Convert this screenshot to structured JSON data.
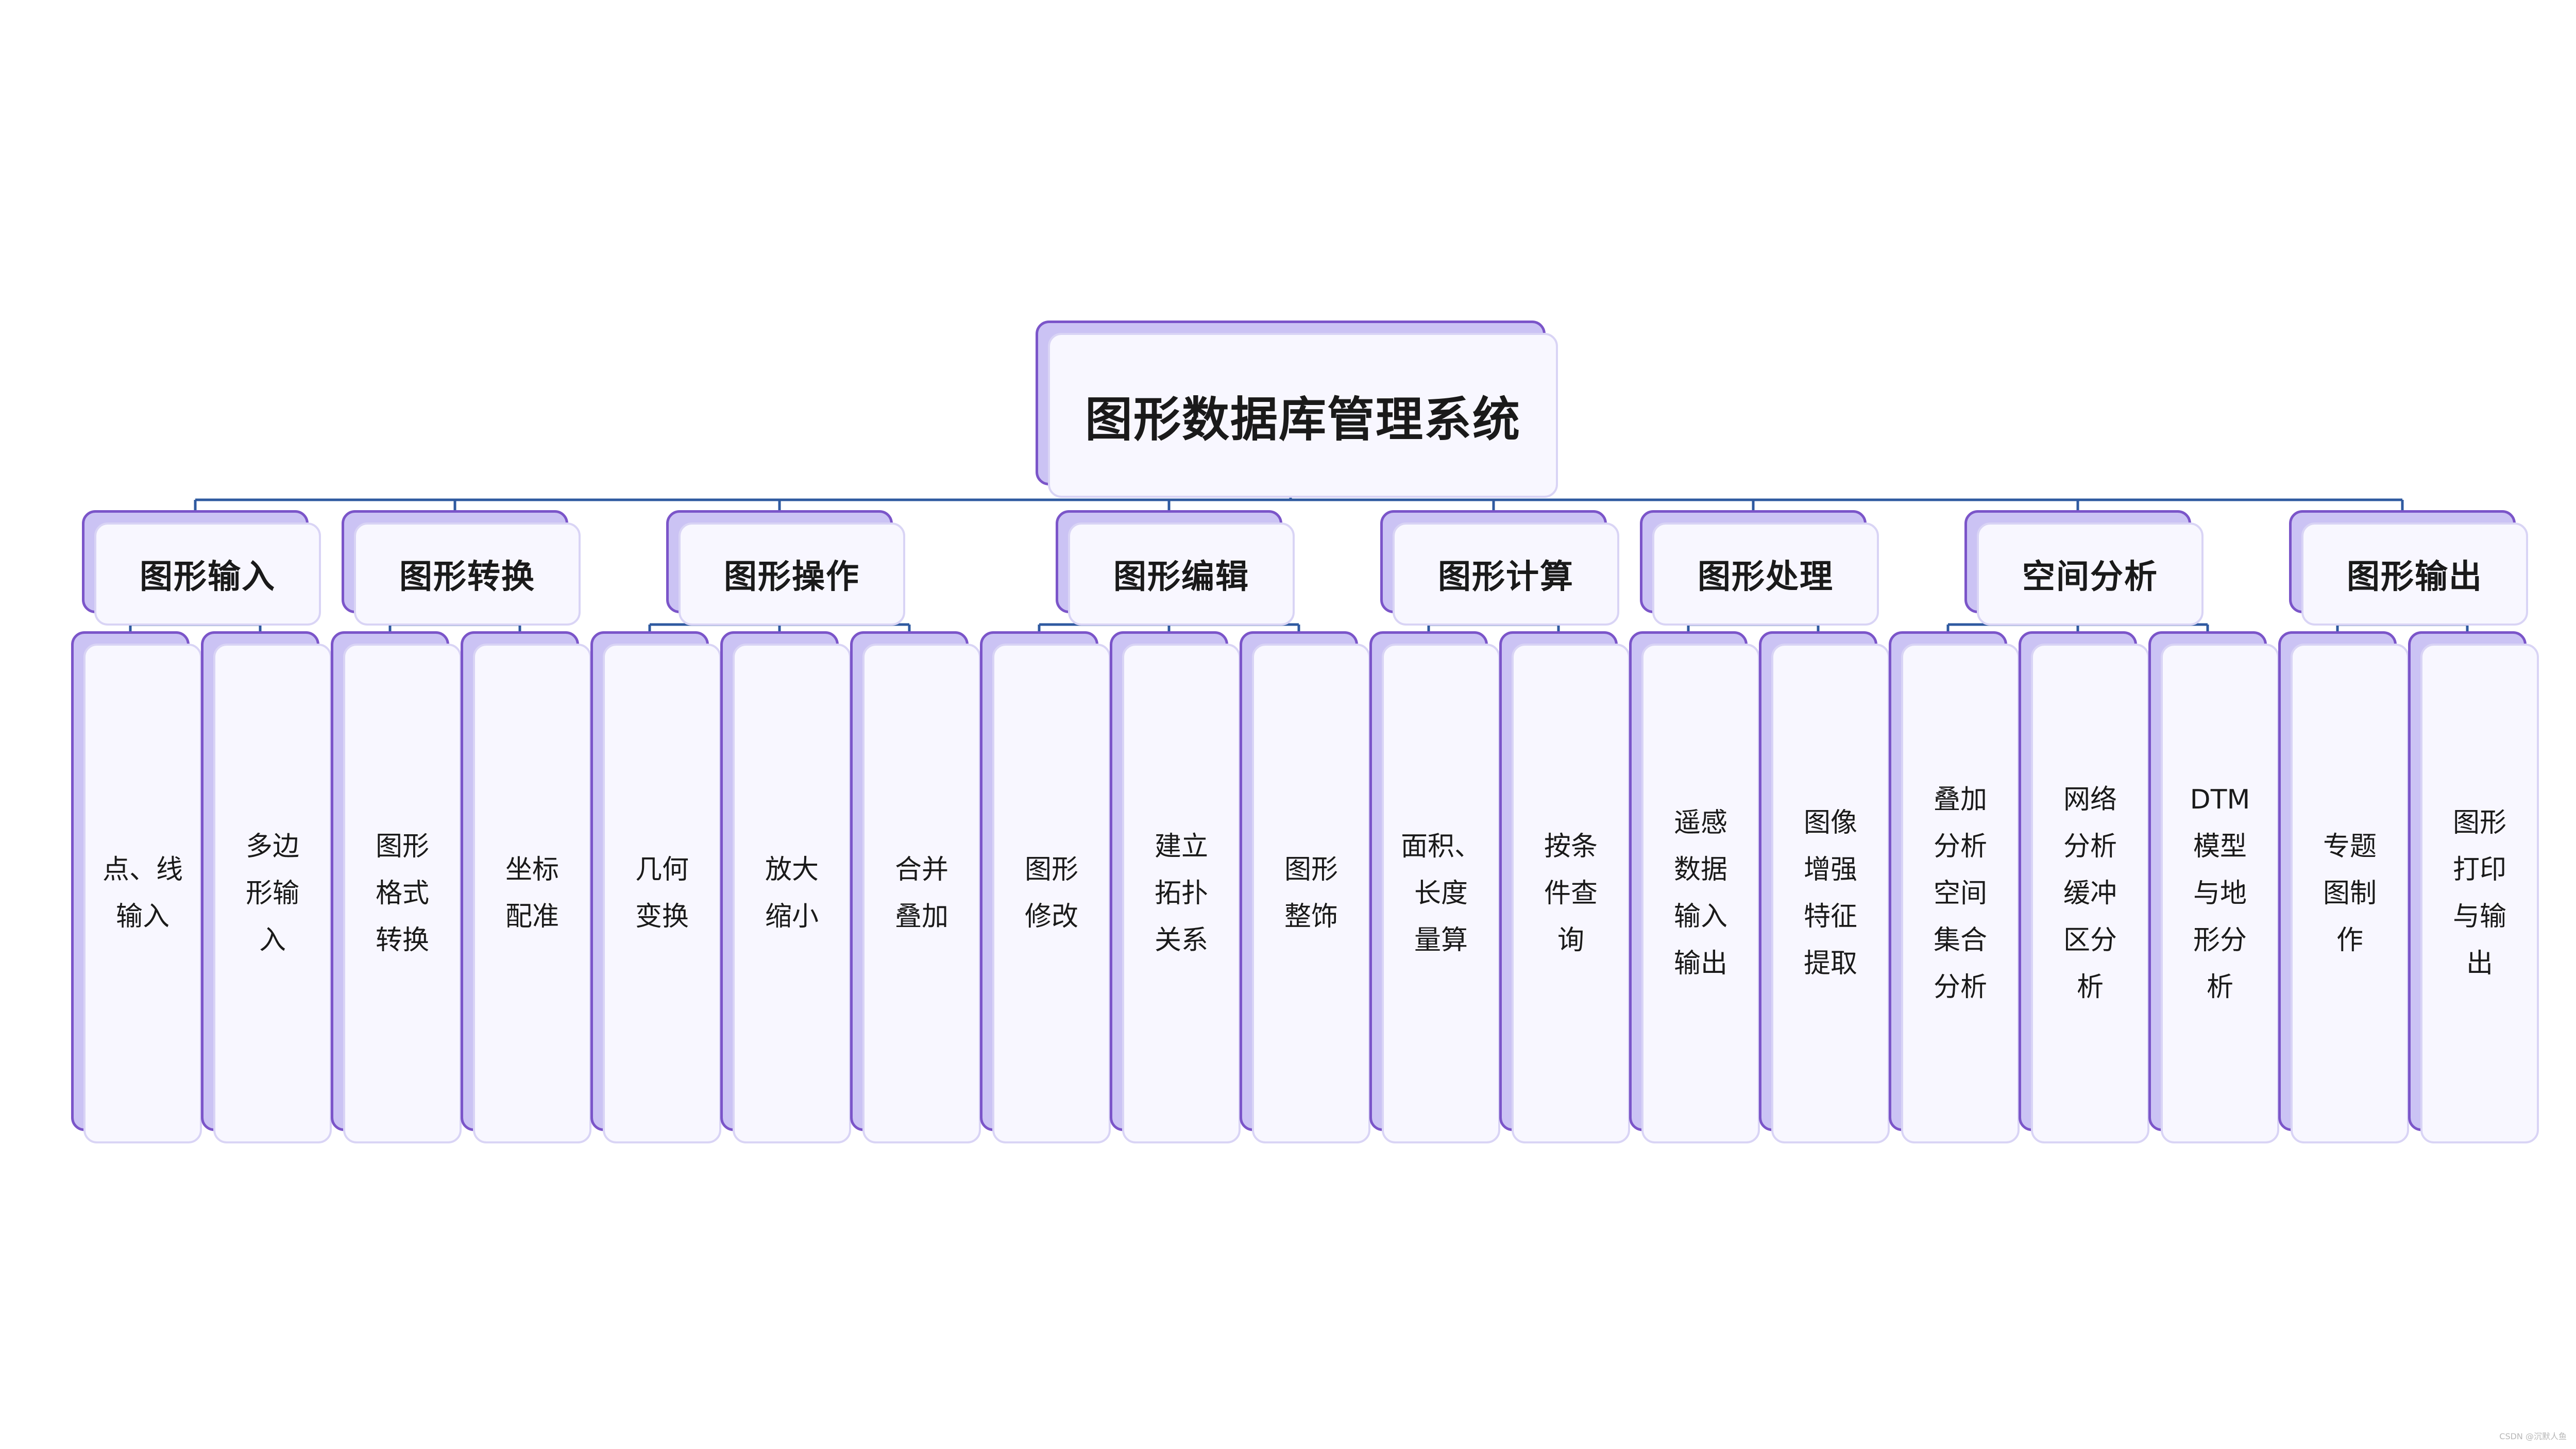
{
  "root": {
    "label": "图形数据库管理系统"
  },
  "categories": [
    {
      "label": "图形输入",
      "children": [
        "点、线\n输入",
        "多边\n形输\n入"
      ]
    },
    {
      "label": "图形转换",
      "children": [
        "图形\n格式\n转换",
        "坐标\n配准"
      ]
    },
    {
      "label": "图形操作",
      "children": [
        "几何\n变换",
        "放大\n缩小",
        "合并\n叠加"
      ]
    },
    {
      "label": "图形编辑",
      "children": [
        "图形\n修改",
        "建立\n拓扑\n关系",
        "图形\n整饰"
      ]
    },
    {
      "label": "图形计算",
      "children": [
        "面积、\n长度\n量算",
        "按条\n件查\n询"
      ]
    },
    {
      "label": "图形处理",
      "children": [
        "遥感\n数据\n输入\n输出",
        "图像\n增强\n特征\n提取"
      ]
    },
    {
      "label": "空间分析",
      "children": [
        "叠加\n分析\n空间\n集合\n分析",
        "网络\n分析\n缓冲\n区分\n析",
        "DTM\n模型\n与地\n形分\n析"
      ]
    },
    {
      "label": "图形输出",
      "children": [
        "专题\n图制\n作",
        "图形\n打印\n与输\n出"
      ]
    }
  ],
  "watermark": "CSDN @沉默人鱼",
  "colors": {
    "connector": "#2f5aa0",
    "node_back": "#cbc3f4",
    "node_back_border": "#7b55c9",
    "node_front": "#f8f7ff",
    "node_front_border": "#d9d4f5"
  }
}
